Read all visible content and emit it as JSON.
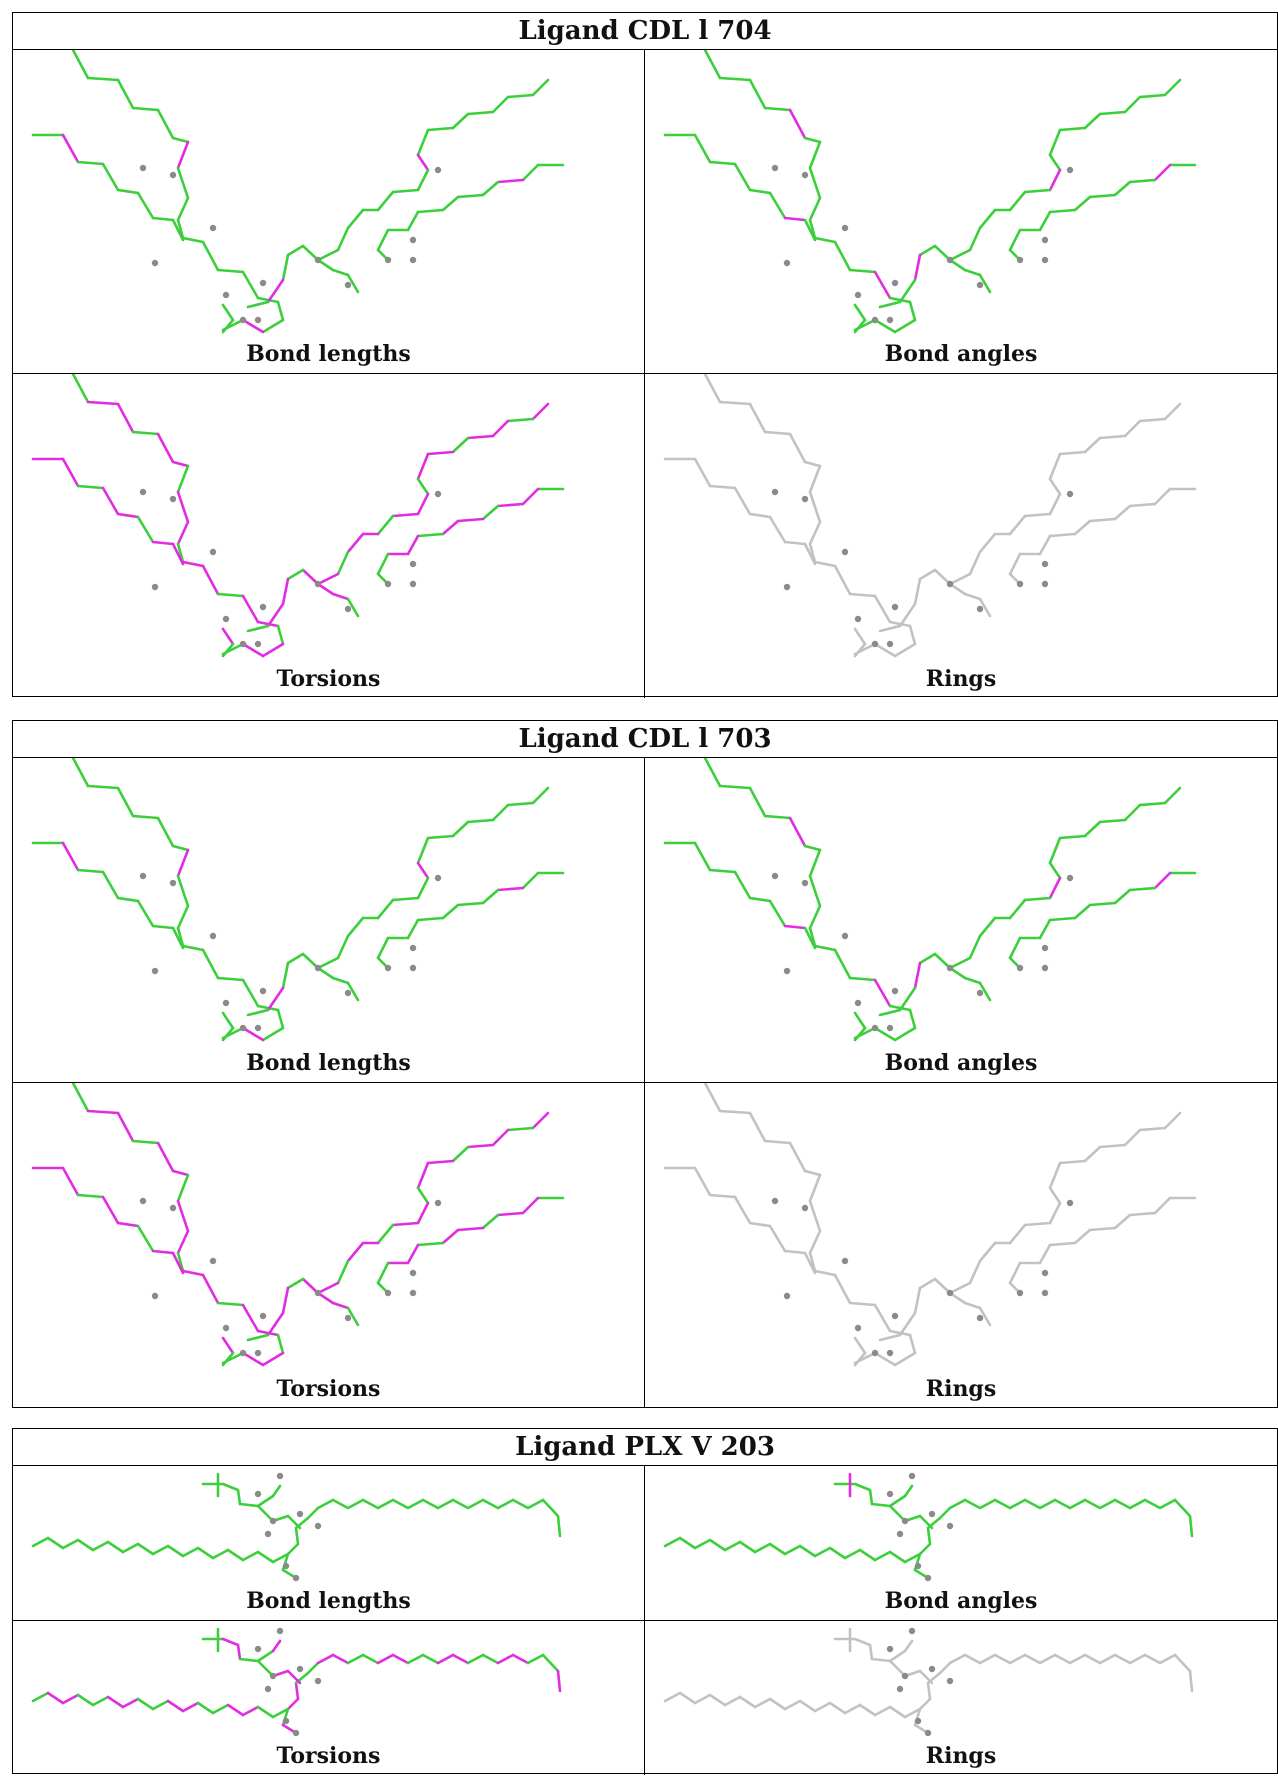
{
  "colors": {
    "ok": "#3ccf3c",
    "outlier": "#e22ce2",
    "neutral": "#c2c2c2",
    "atom": "#8a8a8a"
  },
  "ligands": [
    {
      "title": "Ligand CDL l 704",
      "panels": [
        {
          "caption": "Bond lengths",
          "scheme": "lengths"
        },
        {
          "caption": "Bond angles",
          "scheme": "angles"
        },
        {
          "caption": "Torsions",
          "scheme": "torsions"
        },
        {
          "caption": "Rings",
          "scheme": "rings"
        }
      ]
    },
    {
      "title": "Ligand CDL l 703",
      "panels": [
        {
          "caption": "Bond lengths",
          "scheme": "lengths"
        },
        {
          "caption": "Bond angles",
          "scheme": "angles"
        },
        {
          "caption": "Torsions",
          "scheme": "torsions"
        },
        {
          "caption": "Rings",
          "scheme": "rings"
        }
      ]
    },
    {
      "title": "Ligand PLX V 203",
      "panels": [
        {
          "caption": "Bond lengths",
          "scheme": "lengths"
        },
        {
          "caption": "Bond angles",
          "scheme": "angles"
        },
        {
          "caption": "Torsions",
          "scheme": "torsions"
        },
        {
          "caption": "Rings",
          "scheme": "rings"
        }
      ]
    }
  ]
}
